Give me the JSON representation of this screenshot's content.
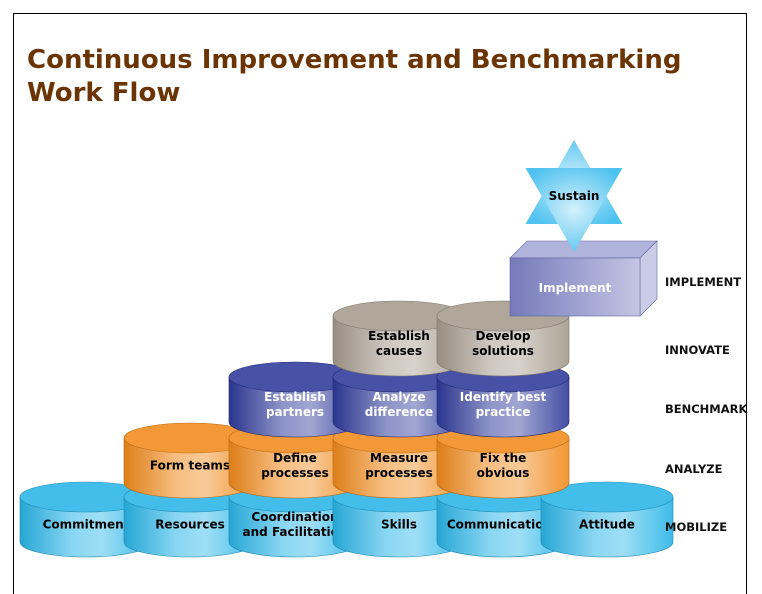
{
  "title": "Continuous Improvement and Benchmarking Work Flow",
  "sustain": "Sustain",
  "implement_box": "Implement",
  "stages": [
    "IMPLEMENT",
    "INNOVATE",
    "BENCHMARK",
    "ANALYZE",
    "MOBILIZE"
  ],
  "rows": {
    "mobilize": [
      [
        "Commitment"
      ],
      [
        "Resources"
      ],
      [
        "Coordination",
        "and Facilitation"
      ],
      [
        "Skills"
      ],
      [
        "Communications"
      ],
      [
        "Attitude"
      ]
    ],
    "analyze": [
      [
        "Form teams"
      ],
      [
        "Define",
        "processes"
      ],
      [
        "Measure",
        "processes"
      ],
      [
        "Fix the",
        "obvious"
      ]
    ],
    "benchmark": [
      [
        "Establish",
        "partners"
      ],
      [
        "Analyze",
        "difference"
      ],
      [
        "Identify best",
        "practice"
      ]
    ],
    "innovate": [
      [
        "Establish",
        "causes"
      ],
      [
        "Develop",
        "solutions"
      ]
    ]
  },
  "colors": {
    "title": "#6b3404",
    "mobilize": "#29b5e8",
    "analyze": "#f08a1c",
    "benchmark": "#2e3a9a",
    "innovate": "#a59a8c",
    "implement": "#7b80c4",
    "sustain": "#4fc2ef"
  }
}
